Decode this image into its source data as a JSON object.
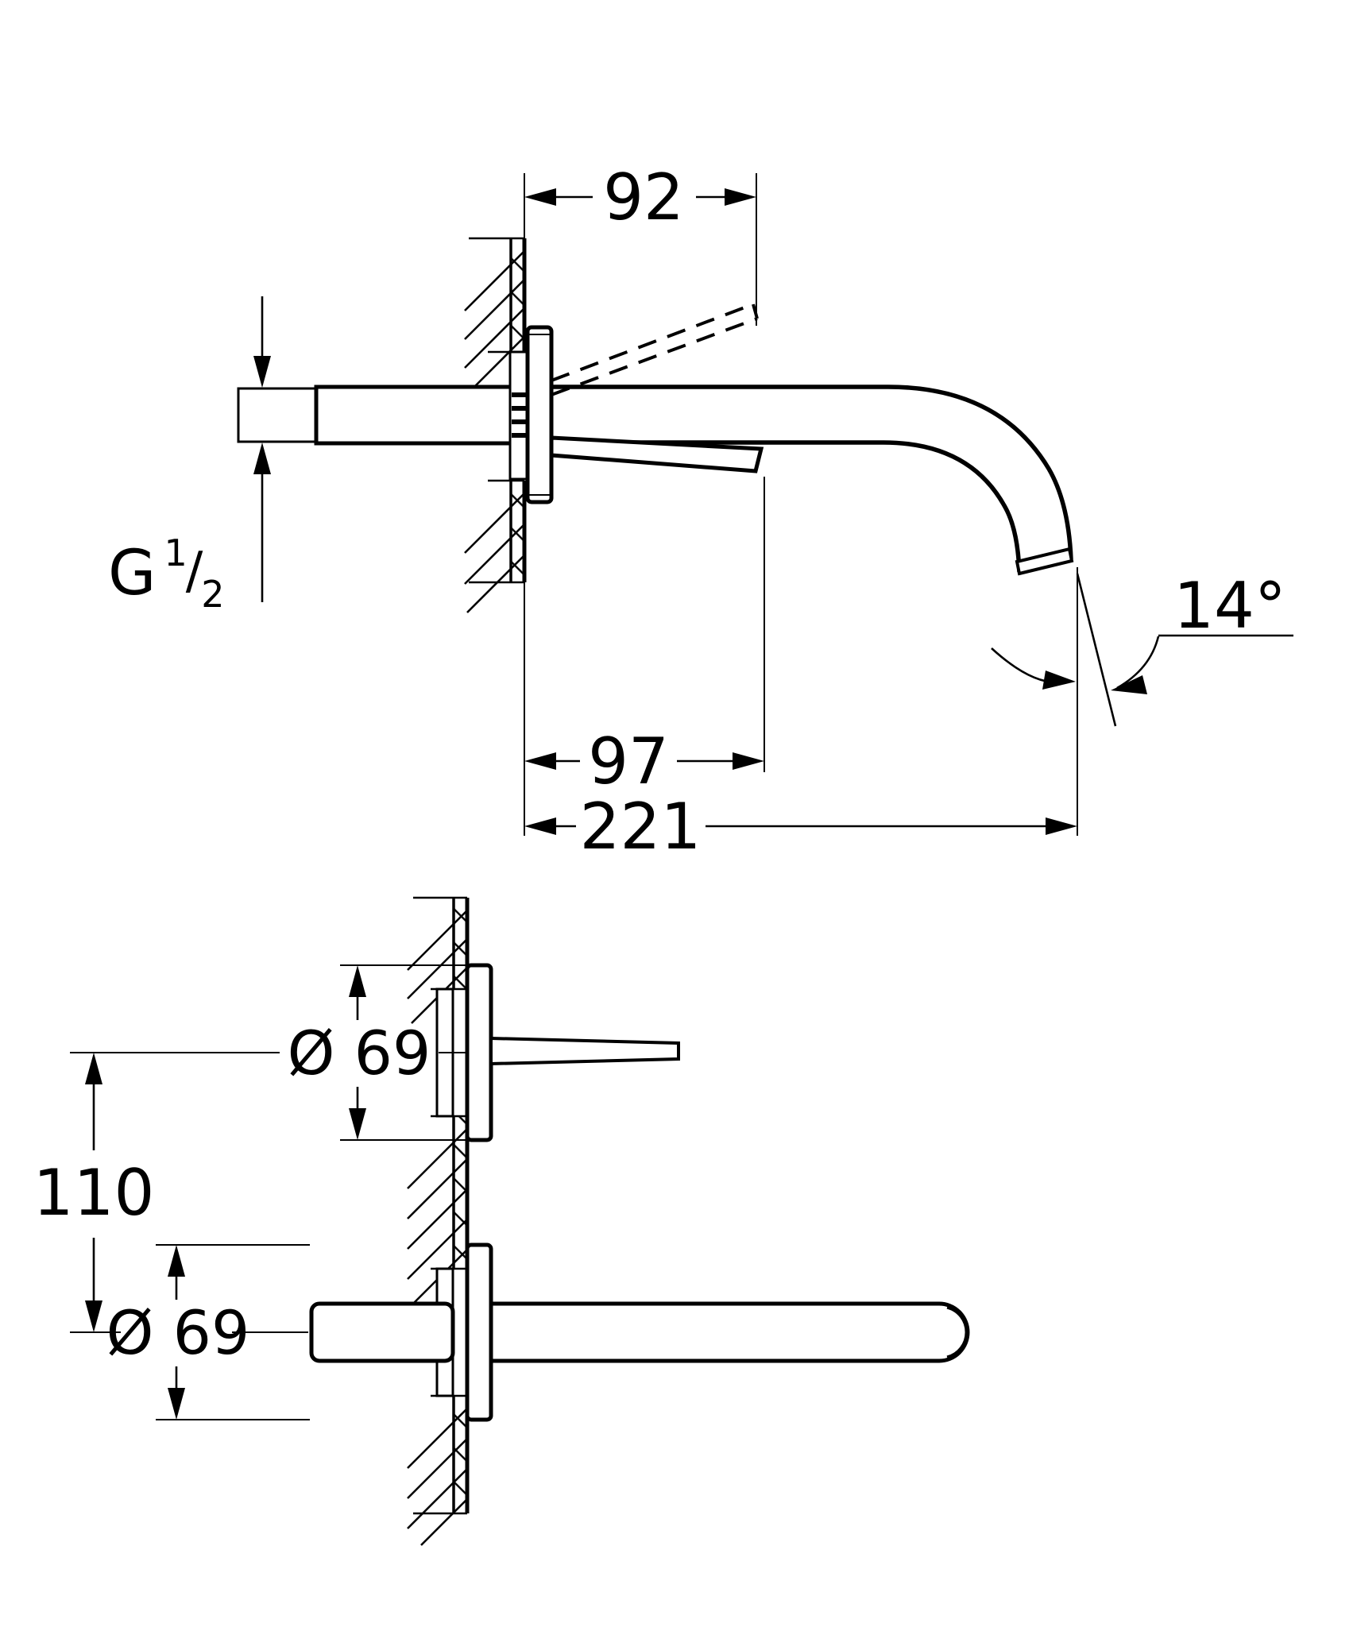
{
  "page": {
    "background": "#ffffff",
    "line_color": "#000000"
  },
  "diagram": {
    "type": "technical-dimension-drawing",
    "subject": "wall-mounted two-hole basin mixer, side view and plan view",
    "side_view": {
      "dim_open_handle_projection": "92",
      "dim_handle_projection": "97",
      "dim_spout_projection": "221",
      "spout_angle": "14°",
      "thread_label": {
        "g": "G",
        "numerator": "1",
        "slash": "/",
        "denominator": "2"
      }
    },
    "plan_view": {
      "dia_handle_escutcheon": "Ø 69",
      "dim_center_distance": "110",
      "dia_spout_escutcheon": "Ø 69"
    }
  }
}
